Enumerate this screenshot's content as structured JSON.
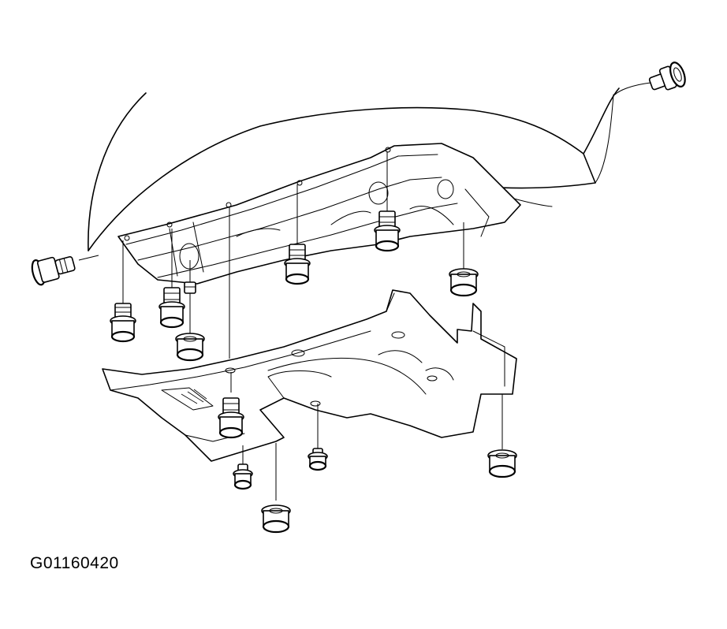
{
  "figure": {
    "code": "G01160420"
  },
  "fasteners": [
    {
      "name": "clip-upper-right"
    },
    {
      "name": "clip-left"
    },
    {
      "name": "bolt-1"
    },
    {
      "name": "bolt-2"
    },
    {
      "name": "bolt-3"
    },
    {
      "name": "bolt-4"
    },
    {
      "name": "bolt-5"
    },
    {
      "name": "bolt-6"
    },
    {
      "name": "bolt-7"
    },
    {
      "name": "bolt-8"
    },
    {
      "name": "bolt-9"
    },
    {
      "name": "bolt-10"
    },
    {
      "name": "bolt-11"
    },
    {
      "name": "bolt-12"
    }
  ]
}
